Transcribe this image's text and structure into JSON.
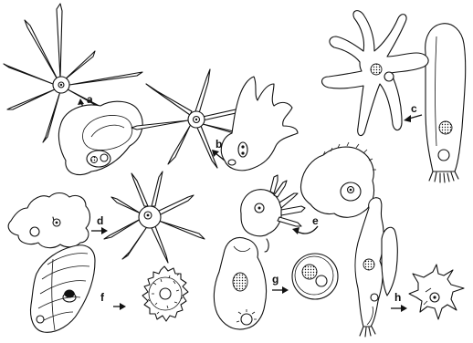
{
  "figure": {
    "labels": [
      "a",
      "b",
      "c",
      "d",
      "e",
      "f",
      "g",
      "h"
    ]
  }
}
